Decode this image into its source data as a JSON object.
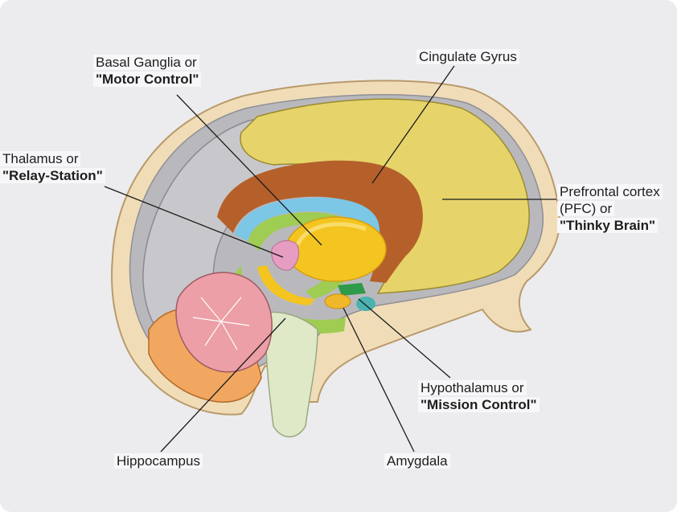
{
  "labels": {
    "basal_ganglia": {
      "line1": "Basal Ganglia or",
      "line2": "\"Motor Control\""
    },
    "cingulate": {
      "line1": "Cingulate Gyrus"
    },
    "thalamus": {
      "line1": "Thalamus or",
      "line2": "\"Relay-Station\""
    },
    "pfc": {
      "line1": "Prefrontal cortex",
      "line2": "(PFC) or",
      "line3": "\"Thinky Brain\""
    },
    "hypothalamus": {
      "line1": "Hypothalamus or",
      "line2": "\"Mission Control\""
    },
    "hippocampus": {
      "line1": "Hippocampus"
    },
    "amygdala": {
      "line1": "Amygdala"
    }
  },
  "colors": {
    "background": "#ececee",
    "skull": "#f0ddb8",
    "skull_outline": "#b99a6a",
    "meninges": "#b9b9bd",
    "cortex_grey": "#c8c8cc",
    "frontal_cortex": "#e6d46a",
    "cingulate": "#b5602a",
    "corpus_callosum": "#7cc6e6",
    "fornix_green": "#9fcc52",
    "basal_ganglia": "#f4c520",
    "thalamus": "#e59dc1",
    "cerebellum_pink": "#ec9fa6",
    "cerebellum_orange": "#f1a760",
    "brainstem": "#dfe9c8",
    "hypothalamus_teal": "#4ab3b0",
    "amygdala": "#f1b72a"
  }
}
